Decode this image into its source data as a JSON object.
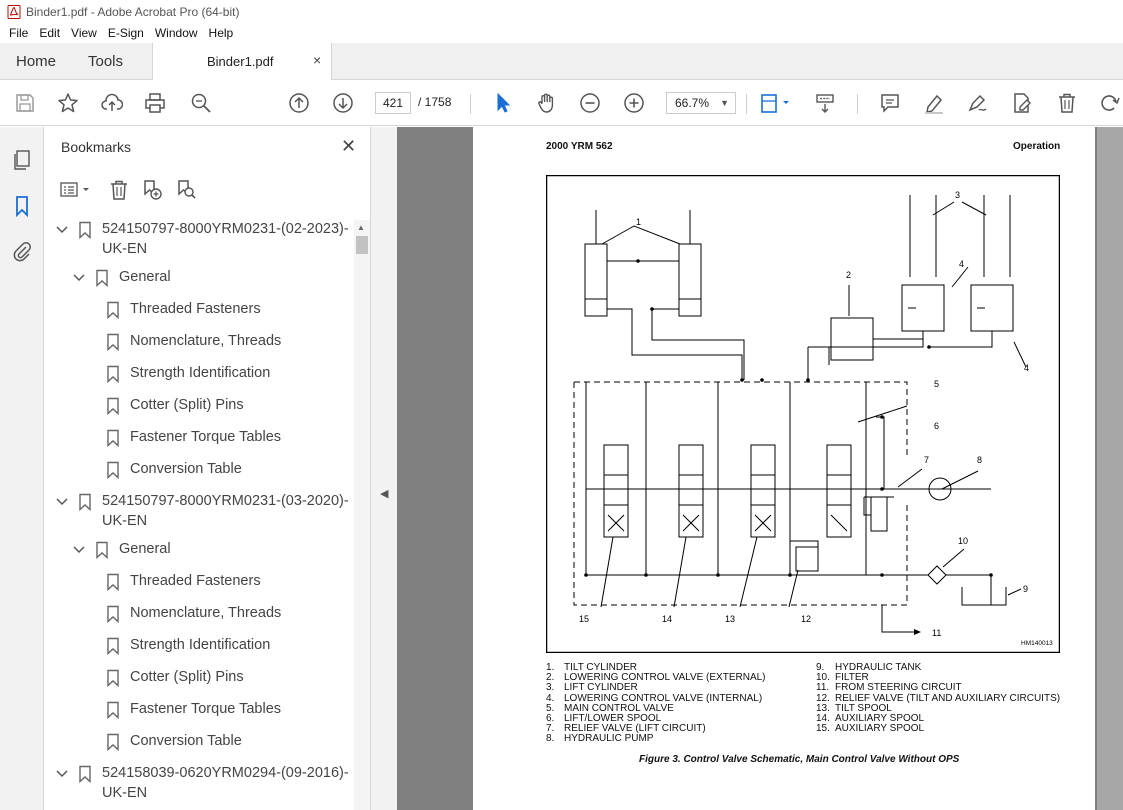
{
  "window": {
    "title": "Binder1.pdf - Adobe Acrobat Pro (64-bit)"
  },
  "menu": [
    "File",
    "Edit",
    "View",
    "E-Sign",
    "Window",
    "Help"
  ],
  "tabs": {
    "home": "Home",
    "tools": "Tools",
    "doc": "Binder1.pdf",
    "close": "×"
  },
  "toolbar": {
    "page_current": "421",
    "page_total": "/ 1758",
    "zoom": "66.7%"
  },
  "bookmarks": {
    "title": "Bookmarks",
    "close": "✕",
    "items": [
      {
        "level": 0,
        "label": "524150797-8000YRM0231-(02-2023)-",
        "label2": "UK-EN"
      },
      {
        "level": 1,
        "label": "General"
      },
      {
        "level": 2,
        "label": "Threaded Fasteners"
      },
      {
        "level": 2,
        "label": "Nomenclature, Threads"
      },
      {
        "level": 2,
        "label": "Strength Identification"
      },
      {
        "level": 2,
        "label": "Cotter (Split) Pins"
      },
      {
        "level": 2,
        "label": "Fastener Torque Tables"
      },
      {
        "level": 2,
        "label": "Conversion Table"
      },
      {
        "level": 0,
        "label": "524150797-8000YRM0231-(03-2020)-",
        "label2": "UK-EN"
      },
      {
        "level": 1,
        "label": "General"
      },
      {
        "level": 2,
        "label": "Threaded Fasteners"
      },
      {
        "level": 2,
        "label": "Nomenclature, Threads"
      },
      {
        "level": 2,
        "label": "Strength Identification"
      },
      {
        "level": 2,
        "label": "Cotter (Split) Pins"
      },
      {
        "level": 2,
        "label": "Fastener Torque Tables"
      },
      {
        "level": 2,
        "label": "Conversion Table"
      },
      {
        "level": 0,
        "label": "524158039-0620YRM0294-(09-2016)-",
        "label2": "UK-EN"
      }
    ]
  },
  "document": {
    "header_left": "2000 YRM 562",
    "header_right": "Operation",
    "figure_code": "HM140013",
    "callouts": [
      "1",
      "2",
      "3",
      "4",
      "4",
      "5",
      "6",
      "7",
      "8",
      "10",
      "9",
      "11",
      "15",
      "14",
      "13",
      "12"
    ],
    "legend_left": [
      {
        "n": "1.",
        "t": "TILT CYLINDER"
      },
      {
        "n": "2.",
        "t": "LOWERING CONTROL VALVE (EXTERNAL)"
      },
      {
        "n": "3.",
        "t": "LIFT CYLINDER"
      },
      {
        "n": "4.",
        "t": "LOWERING CONTROL VALVE (INTERNAL)"
      },
      {
        "n": "5.",
        "t": "MAIN CONTROL VALVE"
      },
      {
        "n": "6.",
        "t": "LIFT/LOWER SPOOL"
      },
      {
        "n": "7.",
        "t": "RELIEF VALVE (LIFT CIRCUIT)"
      },
      {
        "n": "8.",
        "t": "HYDRAULIC PUMP"
      }
    ],
    "legend_right": [
      {
        "n": "9.",
        "t": "HYDRAULIC TANK"
      },
      {
        "n": "10.",
        "t": "FILTER"
      },
      {
        "n": "11.",
        "t": "FROM STEERING CIRCUIT"
      },
      {
        "n": "12.",
        "t": "RELIEF VALVE (TILT AND AUXILIARY CIRCUITS)"
      },
      {
        "n": "13.",
        "t": "TILT SPOOL"
      },
      {
        "n": "14.",
        "t": "AUXILIARY SPOOL"
      },
      {
        "n": "15.",
        "t": "AUXILIARY SPOOL"
      }
    ],
    "caption": "Figure 3.  Control Valve Schematic, Main Control Valve Without OPS"
  }
}
